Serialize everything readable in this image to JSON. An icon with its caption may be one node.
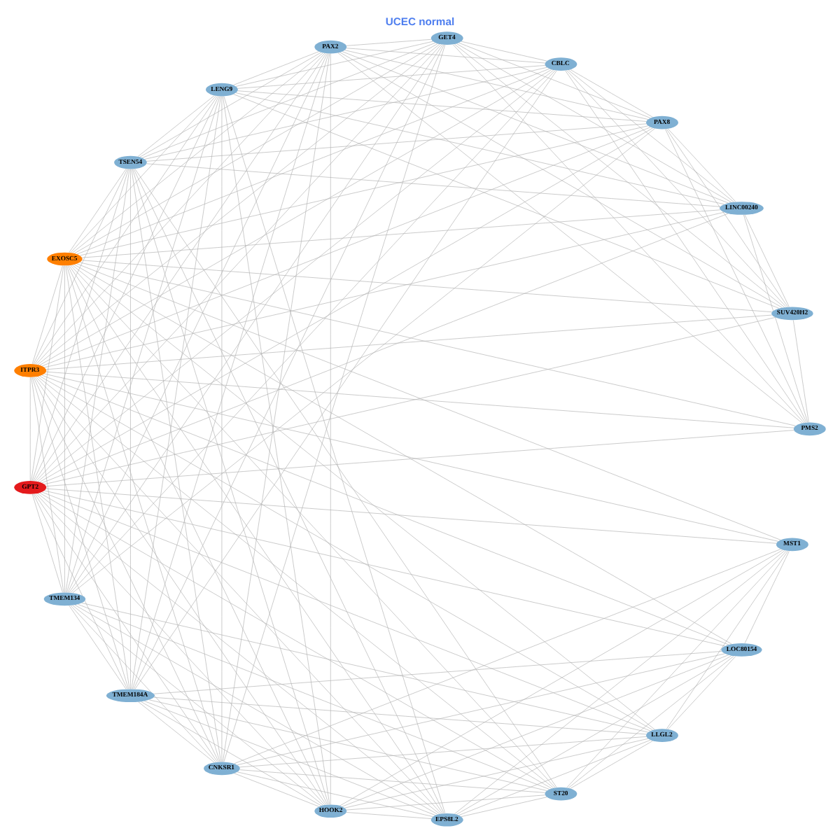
{
  "diagram": {
    "title": "UCEC normal",
    "nodes": [
      {
        "text": [
          "EXOSC5"
        ]
      },
      {
        "text": [
          "PMS2"
        ]
      },
      {
        "text": [
          "SUV420H2"
        ]
      },
      {
        "text": [
          "LINC00240"
        ]
      },
      {
        "text": [
          "PAX8"
        ]
      },
      {
        "text": [
          "CBLC"
        ]
      },
      {
        "text": [
          "GET4"
        ]
      },
      {
        "text": [
          "PAX2"
        ]
      },
      {
        "text": [
          "LENG9"
        ]
      },
      {
        "text": [
          "TSEN54"
        ]
      },
      {
        "text": [
          "TMEM134"
        ]
      },
      {
        "text": [
          "TMEM184A"
        ]
      },
      {
        "text": [
          "CNKSR1"
        ]
      },
      {
        "text": [
          "HOOK2"
        ]
      },
      {
        "text": [
          "EPS8L2"
        ]
      },
      {
        "text": [
          "ST20"
        ]
      },
      {
        "text": [
          "LLGL2"
        ]
      },
      {
        "text": [
          "LOC80154"
        ]
      },
      {
        "text": [
          "MST1"
        ]
      },
      {
        "text": [
          "GPT2"
        ]
      },
      {
        "text": [
          "ITPR3"
        ]
      }
    ],
    "edges": [
      {
        "from": 0,
        "to": 1,
        "arrow": "none"
      },
      {
        "from": 0,
        "to": 2,
        "arrow": "none"
      },
      {
        "from": 0,
        "to": 3,
        "arrow": "none"
      },
      {
        "from": 0,
        "to": 4,
        "arrow": "none"
      },
      {
        "from": 0,
        "to": 5,
        "arrow": "none"
      },
      {
        "from": 0,
        "to": 6,
        "arrow": "none"
      },
      {
        "from": 0,
        "to": 7,
        "arrow": "none"
      },
      {
        "from": 0,
        "to": 8,
        "arrow": "none"
      },
      {
        "from": 0,
        "to": 9,
        "arrow": "none"
      },
      {
        "from": 0,
        "to": 10,
        "arrow": "none"
      },
      {
        "from": 0,
        "to": 11,
        "arrow": "none"
      },
      {
        "from": 0,
        "to": 12,
        "arrow": "none"
      },
      {
        "from": 0,
        "to": 13,
        "arrow": "none"
      },
      {
        "from": 0,
        "to": 14,
        "arrow": "none"
      },
      {
        "from": 0,
        "to": 15,
        "arrow": "none"
      },
      {
        "from": 0,
        "to": 16,
        "arrow": "none"
      },
      {
        "from": 0,
        "to": 17,
        "arrow": "none"
      },
      {
        "from": 0,
        "to": 18,
        "arrow": "none"
      },
      {
        "from": 0,
        "to": 19,
        "arrow": "none"
      },
      {
        "from": 0,
        "to": 20,
        "arrow": "none"
      },
      {
        "from": 19,
        "to": 1,
        "arrow": "none"
      },
      {
        "from": 19,
        "to": 2,
        "arrow": "none"
      },
      {
        "from": 19,
        "to": 3,
        "arrow": "none"
      },
      {
        "from": 19,
        "to": 4,
        "arrow": "none"
      },
      {
        "from": 19,
        "to": 5,
        "arrow": "none"
      },
      {
        "from": 19,
        "to": 6,
        "arrow": "none"
      },
      {
        "from": 19,
        "to": 7,
        "arrow": "none"
      },
      {
        "from": 19,
        "to": 8,
        "arrow": "none"
      },
      {
        "from": 19,
        "to": 9,
        "arrow": "none"
      },
      {
        "from": 19,
        "to": 10,
        "arrow": "none"
      },
      {
        "from": 19,
        "to": 11,
        "arrow": "none"
      },
      {
        "from": 19,
        "to": 12,
        "arrow": "none"
      },
      {
        "from": 19,
        "to": 13,
        "arrow": "none"
      },
      {
        "from": 19,
        "to": 14,
        "arrow": "none"
      },
      {
        "from": 19,
        "to": 15,
        "arrow": "none"
      },
      {
        "from": 19,
        "to": 16,
        "arrow": "none"
      },
      {
        "from": 19,
        "to": 17,
        "arrow": "none"
      },
      {
        "from": 19,
        "to": 18,
        "arrow": "none"
      },
      {
        "from": 19,
        "to": 20,
        "arrow": "none"
      },
      {
        "from": 20,
        "to": 1,
        "arrow": "none"
      },
      {
        "from": 20,
        "to": 2,
        "arrow": "none"
      },
      {
        "from": 20,
        "to": 3,
        "arrow": "none"
      },
      {
        "from": 20,
        "to": 4,
        "arrow": "none"
      },
      {
        "from": 20,
        "to": 5,
        "arrow": "none"
      },
      {
        "from": 20,
        "to": 6,
        "arrow": "none"
      },
      {
        "from": 20,
        "to": 7,
        "arrow": "none"
      },
      {
        "from": 20,
        "to": 8,
        "arrow": "none"
      },
      {
        "from": 20,
        "to": 9,
        "arrow": "none"
      },
      {
        "from": 20,
        "to": 10,
        "arrow": "none"
      },
      {
        "from": 20,
        "to": 11,
        "arrow": "none"
      },
      {
        "from": 20,
        "to": 12,
        "arrow": "none"
      },
      {
        "from": 20,
        "to": 13,
        "arrow": "none"
      },
      {
        "from": 20,
        "to": 14,
        "arrow": "none"
      },
      {
        "from": 20,
        "to": 15,
        "arrow": "none"
      },
      {
        "from": 20,
        "to": 16,
        "arrow": "none"
      },
      {
        "from": 20,
        "to": 17,
        "arrow": "none"
      },
      {
        "from": 20,
        "to": 18,
        "arrow": "none"
      },
      {
        "from": 1,
        "to": 2,
        "arrow": "none"
      },
      {
        "from": 1,
        "to": 3,
        "arrow": "none"
      },
      {
        "from": 1,
        "to": 4,
        "arrow": "none"
      },
      {
        "from": 1,
        "to": 5,
        "arrow": "none"
      },
      {
        "from": 1,
        "to": 6,
        "arrow": "none"
      },
      {
        "from": 1,
        "to": 7,
        "arrow": "none"
      },
      {
        "from": 2,
        "to": 3,
        "arrow": "none"
      },
      {
        "from": 2,
        "to": 4,
        "arrow": "none"
      },
      {
        "from": 2,
        "to": 5,
        "arrow": "none"
      },
      {
        "from": 2,
        "to": 6,
        "arrow": "none"
      },
      {
        "from": 2,
        "to": 7,
        "arrow": "none"
      },
      {
        "from": 2,
        "to": 8,
        "arrow": "none"
      },
      {
        "from": 3,
        "to": 4,
        "arrow": "none"
      },
      {
        "from": 3,
        "to": 5,
        "arrow": "none"
      },
      {
        "from": 3,
        "to": 6,
        "arrow": "none"
      },
      {
        "from": 3,
        "to": 7,
        "arrow": "none"
      },
      {
        "from": 3,
        "to": 8,
        "arrow": "none"
      },
      {
        "from": 3,
        "to": 9,
        "arrow": "none"
      },
      {
        "from": 4,
        "to": 5,
        "arrow": "none"
      },
      {
        "from": 4,
        "to": 6,
        "arrow": "none"
      },
      {
        "from": 4,
        "to": 7,
        "arrow": "none"
      },
      {
        "from": 4,
        "to": 8,
        "arrow": "none"
      },
      {
        "from": 4,
        "to": 9,
        "arrow": "none"
      },
      {
        "from": 4,
        "to": 10,
        "arrow": "none"
      },
      {
        "from": 5,
        "to": 6,
        "arrow": "none"
      },
      {
        "from": 5,
        "to": 7,
        "arrow": "none"
      },
      {
        "from": 5,
        "to": 8,
        "arrow": "none"
      },
      {
        "from": 5,
        "to": 9,
        "arrow": "none"
      },
      {
        "from": 5,
        "to": 10,
        "arrow": "none"
      },
      {
        "from": 5,
        "to": 11,
        "arrow": "none"
      },
      {
        "from": 6,
        "to": 7,
        "arrow": "none"
      },
      {
        "from": 6,
        "to": 8,
        "arrow": "none"
      },
      {
        "from": 6,
        "to": 9,
        "arrow": "none"
      },
      {
        "from": 6,
        "to": 10,
        "arrow": "none"
      },
      {
        "from": 6,
        "to": 11,
        "arrow": "none"
      },
      {
        "from": 6,
        "to": 12,
        "arrow": "none"
      },
      {
        "from": 7,
        "to": 8,
        "arrow": "none"
      },
      {
        "from": 7,
        "to": 9,
        "arrow": "none"
      },
      {
        "from": 7,
        "to": 10,
        "arrow": "none"
      },
      {
        "from": 7,
        "to": 11,
        "arrow": "none"
      },
      {
        "from": 7,
        "to": 12,
        "arrow": "none"
      },
      {
        "from": 7,
        "to": 13,
        "arrow": "none"
      },
      {
        "from": 8,
        "to": 9,
        "arrow": "none"
      },
      {
        "from": 8,
        "to": 10,
        "arrow": "none"
      },
      {
        "from": 8,
        "to": 11,
        "arrow": "none"
      },
      {
        "from": 8,
        "to": 12,
        "arrow": "none"
      },
      {
        "from": 8,
        "to": 13,
        "arrow": "none"
      },
      {
        "from": 8,
        "to": 14,
        "arrow": "none"
      },
      {
        "from": 9,
        "to": 10,
        "arrow": "none"
      },
      {
        "from": 9,
        "to": 11,
        "arrow": "none"
      },
      {
        "from": 9,
        "to": 12,
        "arrow": "none"
      },
      {
        "from": 9,
        "to": 13,
        "arrow": "none"
      },
      {
        "from": 9,
        "to": 14,
        "arrow": "none"
      },
      {
        "from": 9,
        "to": 15,
        "arrow": "none"
      },
      {
        "from": 10,
        "to": 11,
        "arrow": "none"
      },
      {
        "from": 10,
        "to": 12,
        "arrow": "none"
      },
      {
        "from": 10,
        "to": 13,
        "arrow": "none"
      },
      {
        "from": 10,
        "to": 14,
        "arrow": "none"
      },
      {
        "from": 10,
        "to": 15,
        "arrow": "none"
      },
      {
        "from": 10,
        "to": 16,
        "arrow": "none"
      },
      {
        "from": 11,
        "to": 12,
        "arrow": "none"
      },
      {
        "from": 11,
        "to": 13,
        "arrow": "none"
      },
      {
        "from": 11,
        "to": 14,
        "arrow": "none"
      },
      {
        "from": 11,
        "to": 15,
        "arrow": "none"
      },
      {
        "from": 11,
        "to": 16,
        "arrow": "none"
      },
      {
        "from": 11,
        "to": 17,
        "arrow": "none"
      },
      {
        "from": 12,
        "to": 13,
        "arrow": "none"
      },
      {
        "from": 12,
        "to": 14,
        "arrow": "none"
      },
      {
        "from": 12,
        "to": 15,
        "arrow": "none"
      },
      {
        "from": 12,
        "to": 16,
        "arrow": "none"
      },
      {
        "from": 12,
        "to": 17,
        "arrow": "none"
      },
      {
        "from": 12,
        "to": 18,
        "arrow": "none"
      },
      {
        "from": 13,
        "to": 14,
        "arrow": "none"
      },
      {
        "from": 13,
        "to": 15,
        "arrow": "none"
      },
      {
        "from": 13,
        "to": 16,
        "arrow": "none"
      },
      {
        "from": 13,
        "to": 17,
        "arrow": "none"
      },
      {
        "from": 13,
        "to": 18,
        "arrow": "none"
      },
      {
        "from": 14,
        "to": 15,
        "arrow": "none"
      },
      {
        "from": 14,
        "to": 16,
        "arrow": "none"
      },
      {
        "from": 14,
        "to": 17,
        "arrow": "none"
      },
      {
        "from": 14,
        "to": 18,
        "arrow": "none"
      },
      {
        "from": 15,
        "to": 16,
        "arrow": "none"
      },
      {
        "from": 15,
        "to": 17,
        "arrow": "none"
      },
      {
        "from": 15,
        "to": 18,
        "arrow": "none"
      },
      {
        "from": 16,
        "to": 17,
        "arrow": "none"
      },
      {
        "from": 16,
        "to": 18,
        "arrow": "none"
      },
      {
        "from": 17,
        "to": 18,
        "arrow": "none"
      }
    ]
  }
}
